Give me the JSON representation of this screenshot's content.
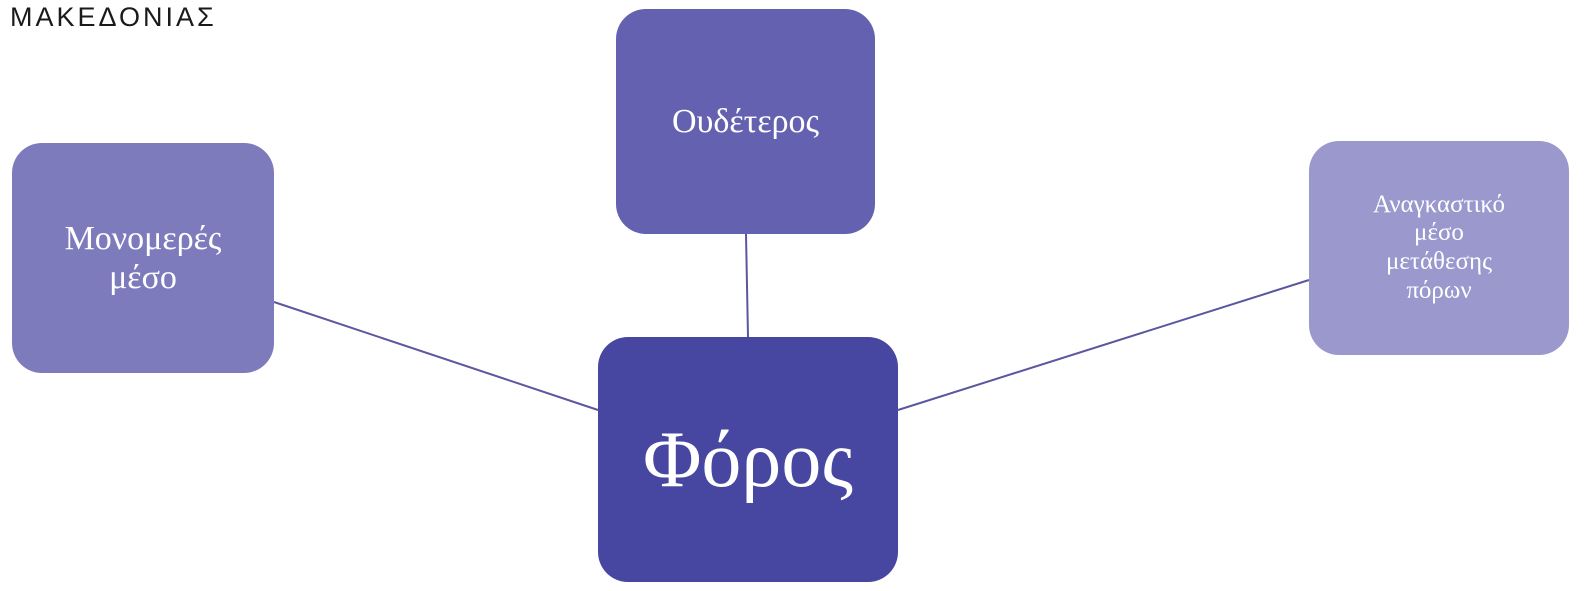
{
  "logo": {
    "text": "ΜΑΚΕΔΟΝΙΑΣ"
  },
  "colors": {
    "line": "#5a56a0",
    "center": "#4747a1",
    "top": "#6462b0",
    "left": "#7e7bbd",
    "right": "#9a98cc"
  },
  "diagram": {
    "center": {
      "label": "Φόρος"
    },
    "top": {
      "label": "Ουδέτερος"
    },
    "left": {
      "label": "Μονομερές\nμέσο"
    },
    "right": {
      "label": "Αναγκαστικό\nμέσο\nμετάθεσης\nπόρων"
    }
  }
}
